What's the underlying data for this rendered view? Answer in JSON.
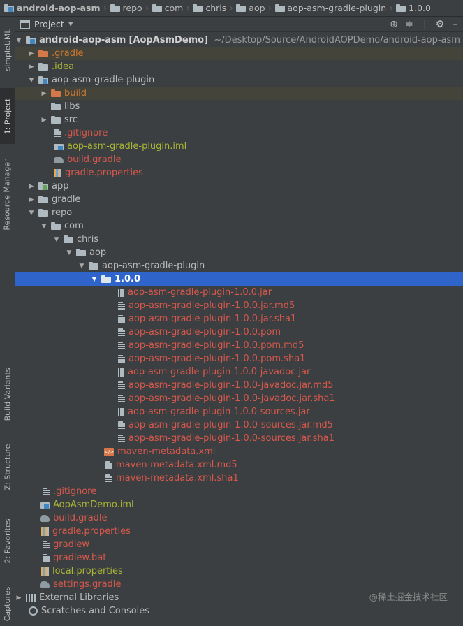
{
  "breadcrumb": [
    "android-aop-asm",
    "repo",
    "com",
    "chris",
    "aop",
    "aop-asm-gradle-plugin",
    "1.0.0"
  ],
  "left_tabs": {
    "simpleuml": "simpleUML",
    "project": "1: Project",
    "resource_manager": "Resource Manager",
    "build_variants": "Build Variants",
    "structure": "Z: Structure",
    "favorites": "2: Favorites",
    "captures": "Captures"
  },
  "panel": {
    "title": "Project"
  },
  "tree": {
    "root_name": "android-aop-asm",
    "root_module": "[AopAsmDemo]",
    "root_path": "~/Desktop/Source/AndroidAOPDemo/android-aop-asm",
    "gradle_dir": ".gradle",
    "idea_dir": ".idea",
    "plugin_module": "aop-asm-gradle-plugin",
    "build_dir": "build",
    "libs_dir": "libs",
    "src_dir": "src",
    "plugin_gitignore": ".gitignore",
    "plugin_iml": "aop-asm-gradle-plugin.iml",
    "plugin_build_gradle": "build.gradle",
    "plugin_gradle_properties": "gradle.properties",
    "app_module": "app",
    "gradle_folder": "gradle",
    "repo_folder": "repo",
    "com_folder": "com",
    "chris_folder": "chris",
    "aop_folder": "aop",
    "artifact_folder": "aop-asm-gradle-plugin",
    "version_folder": "1.0.0",
    "artifacts": [
      "aop-asm-gradle-plugin-1.0.0.jar",
      "aop-asm-gradle-plugin-1.0.0.jar.md5",
      "aop-asm-gradle-plugin-1.0.0.jar.sha1",
      "aop-asm-gradle-plugin-1.0.0.pom",
      "aop-asm-gradle-plugin-1.0.0.pom.md5",
      "aop-asm-gradle-plugin-1.0.0.pom.sha1",
      "aop-asm-gradle-plugin-1.0.0-javadoc.jar",
      "aop-asm-gradle-plugin-1.0.0-javadoc.jar.md5",
      "aop-asm-gradle-plugin-1.0.0-javadoc.jar.sha1",
      "aop-asm-gradle-plugin-1.0.0-sources.jar",
      "aop-asm-gradle-plugin-1.0.0-sources.jar.md5",
      "aop-asm-gradle-plugin-1.0.0-sources.jar.sha1"
    ],
    "metadata": [
      "maven-metadata.xml",
      "maven-metadata.xml.md5",
      "maven-metadata.xml.sha1"
    ],
    "root_files": {
      "gitignore": ".gitignore",
      "iml": "AopAsmDemo.iml",
      "build_gradle": "build.gradle",
      "gradle_properties": "gradle.properties",
      "gradlew": "gradlew",
      "gradlew_bat": "gradlew.bat",
      "local_properties": "local.properties",
      "settings_gradle": "settings.gradle"
    },
    "external_libraries": "External Libraries",
    "scratches": "Scratches and Consoles"
  },
  "watermark": "@稀土掘金技术社区",
  "colors": {
    "selection": "#2f65ca",
    "highlight": "#45443a",
    "excluded": "#cc7832",
    "unversioned": "#a9b537",
    "modified_red": "#d8584c",
    "folder": "#aeb9c0"
  }
}
